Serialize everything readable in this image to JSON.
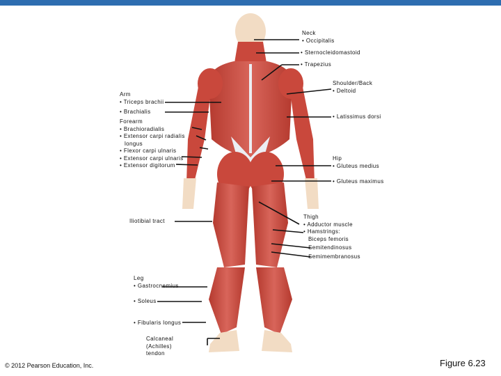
{
  "labels": {
    "neck": [
      "Neck",
      "• Occipitalis"
    ],
    "sternocleidomastoid": "• Sternocleidomastoid",
    "trapezius": "• Trapezius",
    "shoulder": [
      "Shoulder/Back",
      "• Deltoid"
    ],
    "arm": [
      "Arm",
      "• Triceps brachii"
    ],
    "brachialis": "• Brachialis",
    "forearm": [
      "Forearm",
      "• Brachioradialis",
      "• Extensor carpi radialis",
      "longus",
      "• Flexor carpi ulnaris",
      "• Extensor carpi ulnaris",
      "• Extensor digitorum"
    ],
    "latissimus": "• Latissimus dorsi",
    "hip": [
      "Hip",
      "• Gluteus medius"
    ],
    "gluteus_maximus": "• Gluteus maximus",
    "iliotibial": "Iliotibial tract",
    "thigh": [
      "Thigh",
      "• Adductor muscle",
      "• Hamstrings:",
      "Biceps femoris",
      "Semitendinosus",
      "Semimembranosus"
    ],
    "leg": [
      "Leg",
      "• Gastrocnemius"
    ],
    "soleus": "• Soleus",
    "fibularis": "• Fibularis longus",
    "calcaneal": [
      "Calcaneal",
      "(Achilles)",
      "tendon"
    ]
  },
  "footer": {
    "copyright": "© 2012 Pearson Education, Inc.",
    "figure": "Figure 6.23"
  },
  "colors": {
    "header_bar": "#2d6db0",
    "muscle": "#c9483c",
    "muscle_dark": "#a23328",
    "skin": "#f2dcc4",
    "tendon": "#eceef3"
  }
}
